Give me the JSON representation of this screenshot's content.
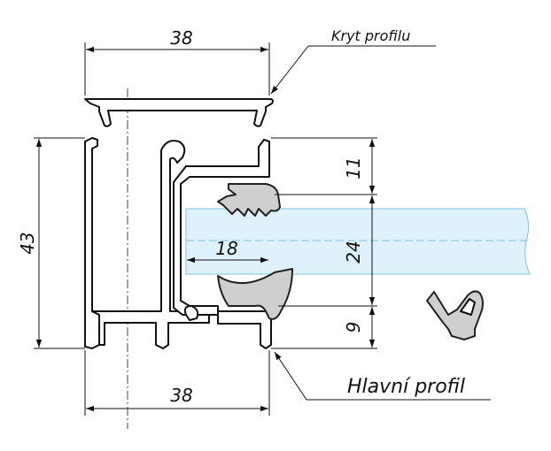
{
  "labels": {
    "cover_profile": "Kryt profilu",
    "main_profile": "Hlavní profil"
  },
  "dimensions": {
    "top_width": "38",
    "bottom_width": "38",
    "height": "43",
    "upper_gap": "11",
    "glass_thickness": "24",
    "lower_gap": "9",
    "inset_depth": "18"
  },
  "colors": {
    "glass_fill": "#dff1fa",
    "glass_stroke": "#7cc4e8",
    "glass_center": "#7cc4e8",
    "gasket_fill": "#cfcfcf",
    "line": "#111111"
  }
}
